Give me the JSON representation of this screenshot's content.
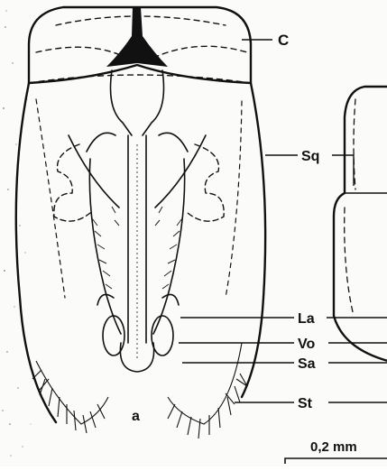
{
  "figure": {
    "panel_letter": "a",
    "labels": {
      "c": "C",
      "sq": "Sq",
      "la": "La",
      "vo": "Vo",
      "sa": "Sa",
      "st": "St"
    },
    "scale_bar": "0,2 mm"
  }
}
